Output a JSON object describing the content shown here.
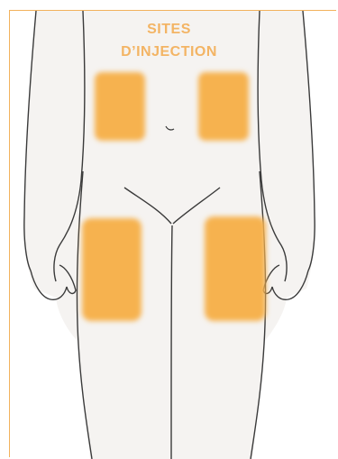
{
  "title": {
    "line1": "SITES",
    "line2": "D’INJECTION"
  },
  "colors": {
    "accent": "#f2b25c",
    "zone": "#f6b24f",
    "outline": "#3a3a3a",
    "skin": "#f5f3f1"
  },
  "injection_sites": [
    "upper-left-abdomen",
    "upper-right-abdomen",
    "left-thigh",
    "right-thigh"
  ]
}
